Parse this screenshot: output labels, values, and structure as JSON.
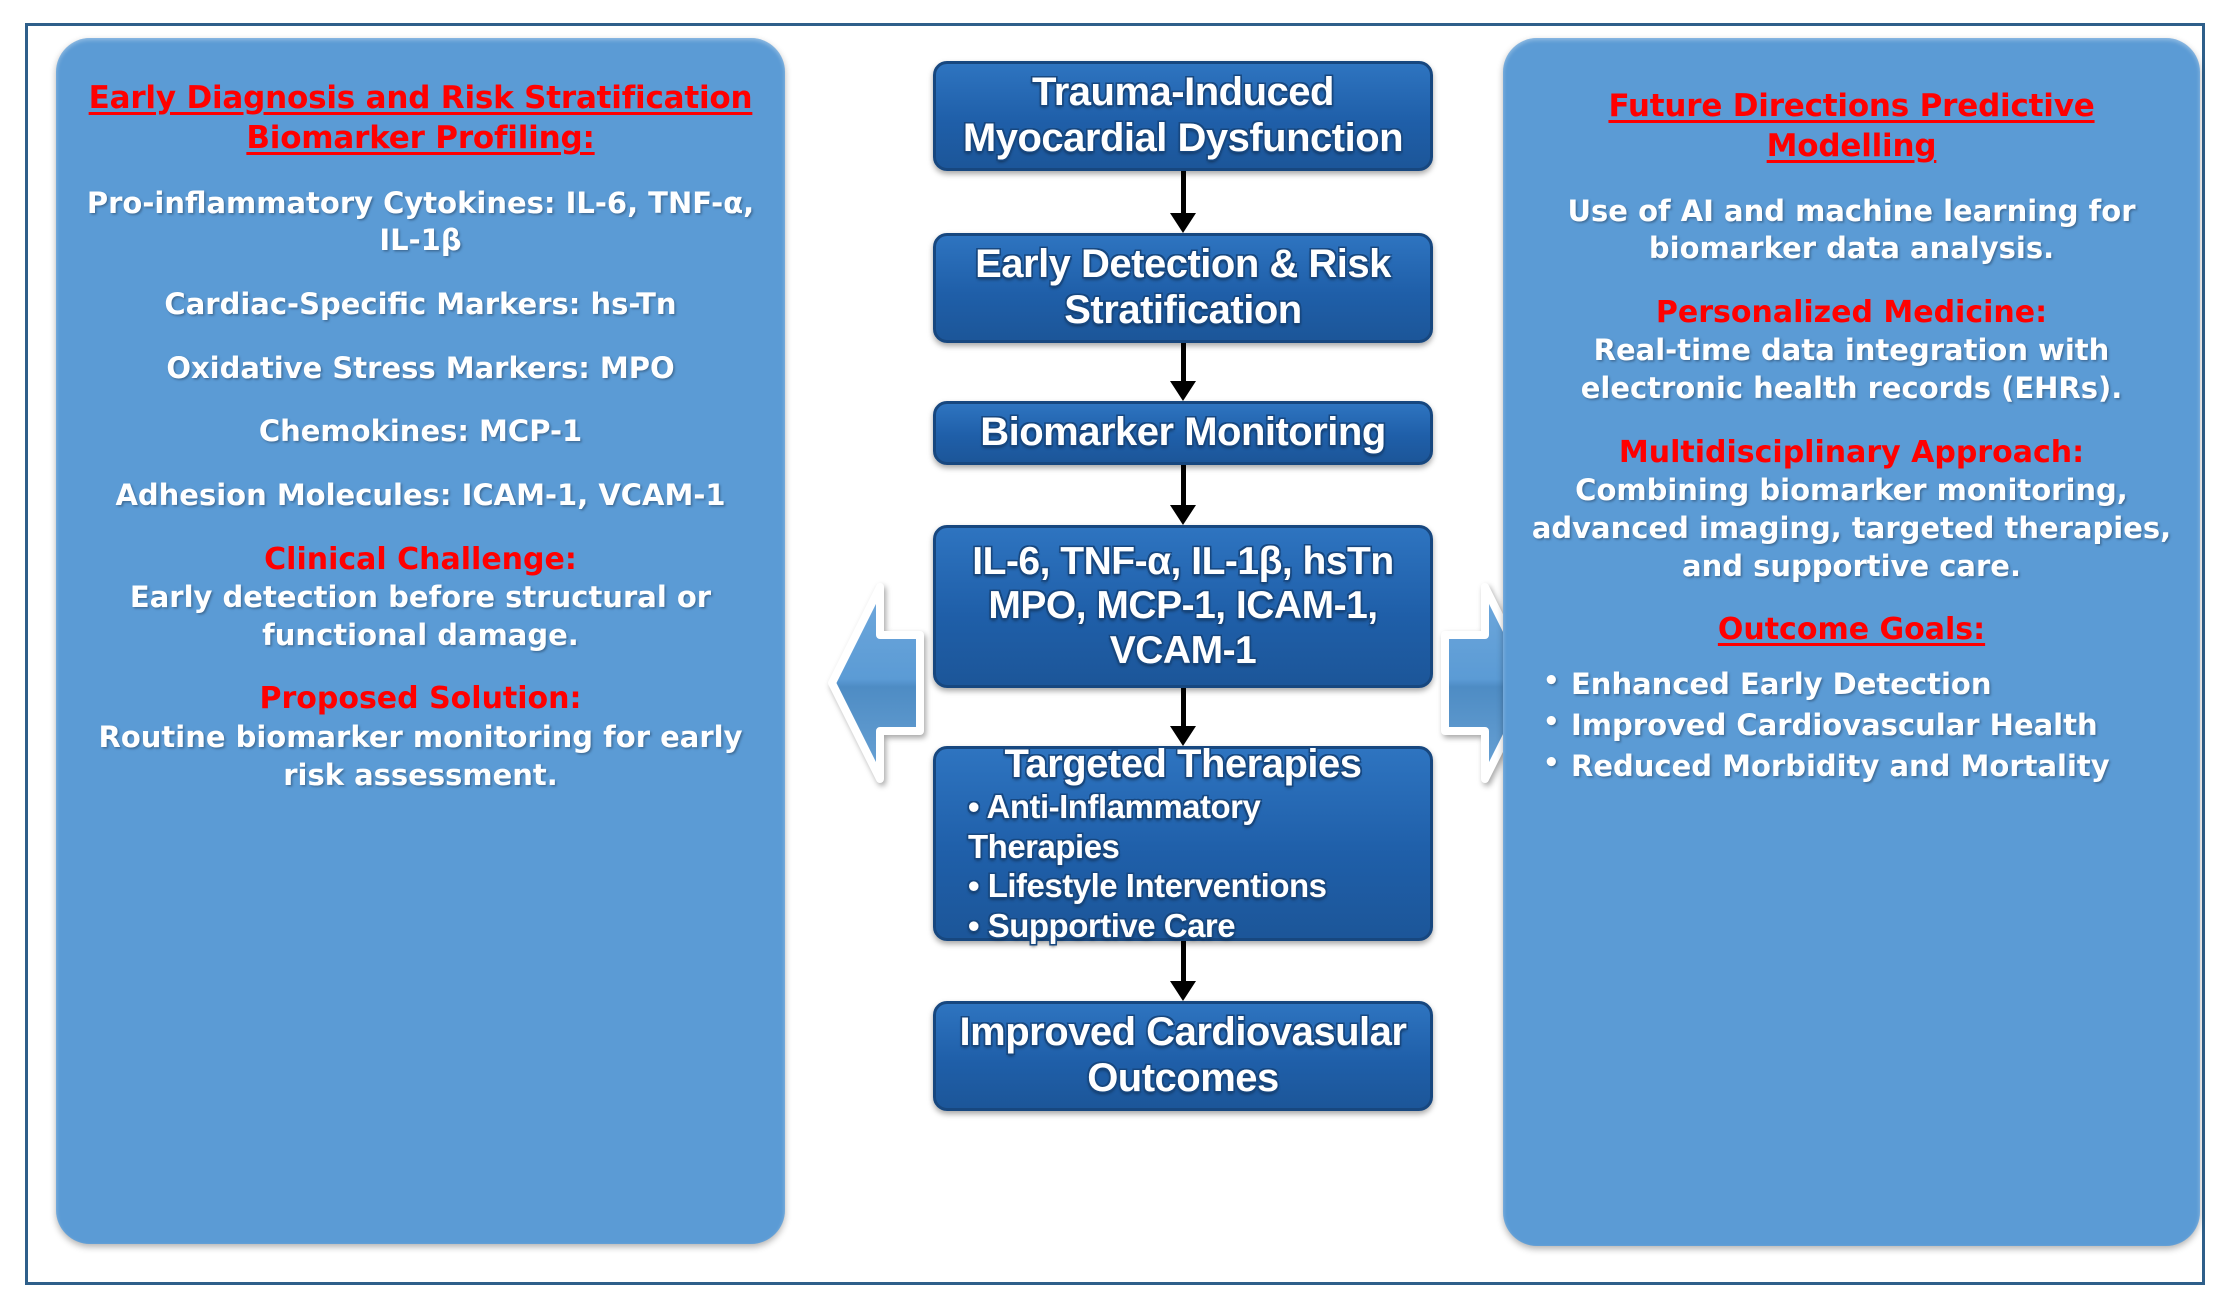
{
  "colors": {
    "panel_blue": "#5B9BD5",
    "node_blue": "#1F5FA9",
    "accent_red": "#FF0000",
    "frame_border": "#2E5F8A",
    "text_white": "#FFFFFF",
    "connector_black": "#000000"
  },
  "left_panel": {
    "heading_line1": "Early Diagnosis and Risk Stratification",
    "heading_line2": "Biomarker Profiling:",
    "items": [
      "Pro-inflammatory Cytokines: IL-6, TNF-α, IL-1β",
      "Cardiac-Specific Markers: hs-Tn",
      "Oxidative Stress Markers: MPO",
      "Chemokines: MCP-1",
      "Adhesion Molecules: ICAM-1, VCAM-1"
    ],
    "challenge_label": "Clinical Challenge:",
    "challenge_text": "Early detection before structural or functional damage.",
    "solution_label": "Proposed Solution:",
    "solution_text": "Routine biomarker monitoring for early risk assessment."
  },
  "flow": {
    "nodes": [
      {
        "id": "trauma",
        "line1": "Trauma-Induced",
        "line2": "Myocardial Dysfunction"
      },
      {
        "id": "detection",
        "line1": "Early Detection & Risk",
        "line2": "Stratification"
      },
      {
        "id": "monitor",
        "line1": "Biomarker Monitoring",
        "line2": ""
      },
      {
        "id": "biomarkers",
        "line1": "IL-6, TNF-α, IL-1β, hsTn",
        "line2": "MPO, MCP-1, ICAM-1,",
        "line3": "VCAM-1"
      },
      {
        "id": "therapies",
        "title": "Targeted Therapies",
        "bullets": [
          "Anti-Inflammatory Therapies",
          "Lifestyle Interventions",
          "Supportive Care"
        ]
      },
      {
        "id": "outcomes",
        "line1": "Improved Cardiovasular",
        "line2": "Outcomes"
      }
    ],
    "connector_count": 5
  },
  "right_panel": {
    "heading_line1": "Future Directions Predictive",
    "heading_line2": "Modelling",
    "intro": "Use of AI and machine learning for biomarker data analysis.",
    "personalized_label": "Personalized Medicine:",
    "personalized_text": "Real-time data integration with electronic health records (EHRs).",
    "multidisciplinary_label": "Multidisciplinary Approach:",
    "multidisciplinary_text": "Combining biomarker monitoring, advanced imaging, targeted therapies, and supportive care.",
    "outcome_goals_label": "Outcome Goals:",
    "outcome_goals": [
      "Enhanced Early Detection",
      "Improved Cardiovascular Health",
      "Reduced Morbidity and Mortality"
    ]
  },
  "side_arrows": {
    "left_arrow_name": "arrow-pointing-left",
    "right_arrow_name": "arrow-pointing-right"
  }
}
